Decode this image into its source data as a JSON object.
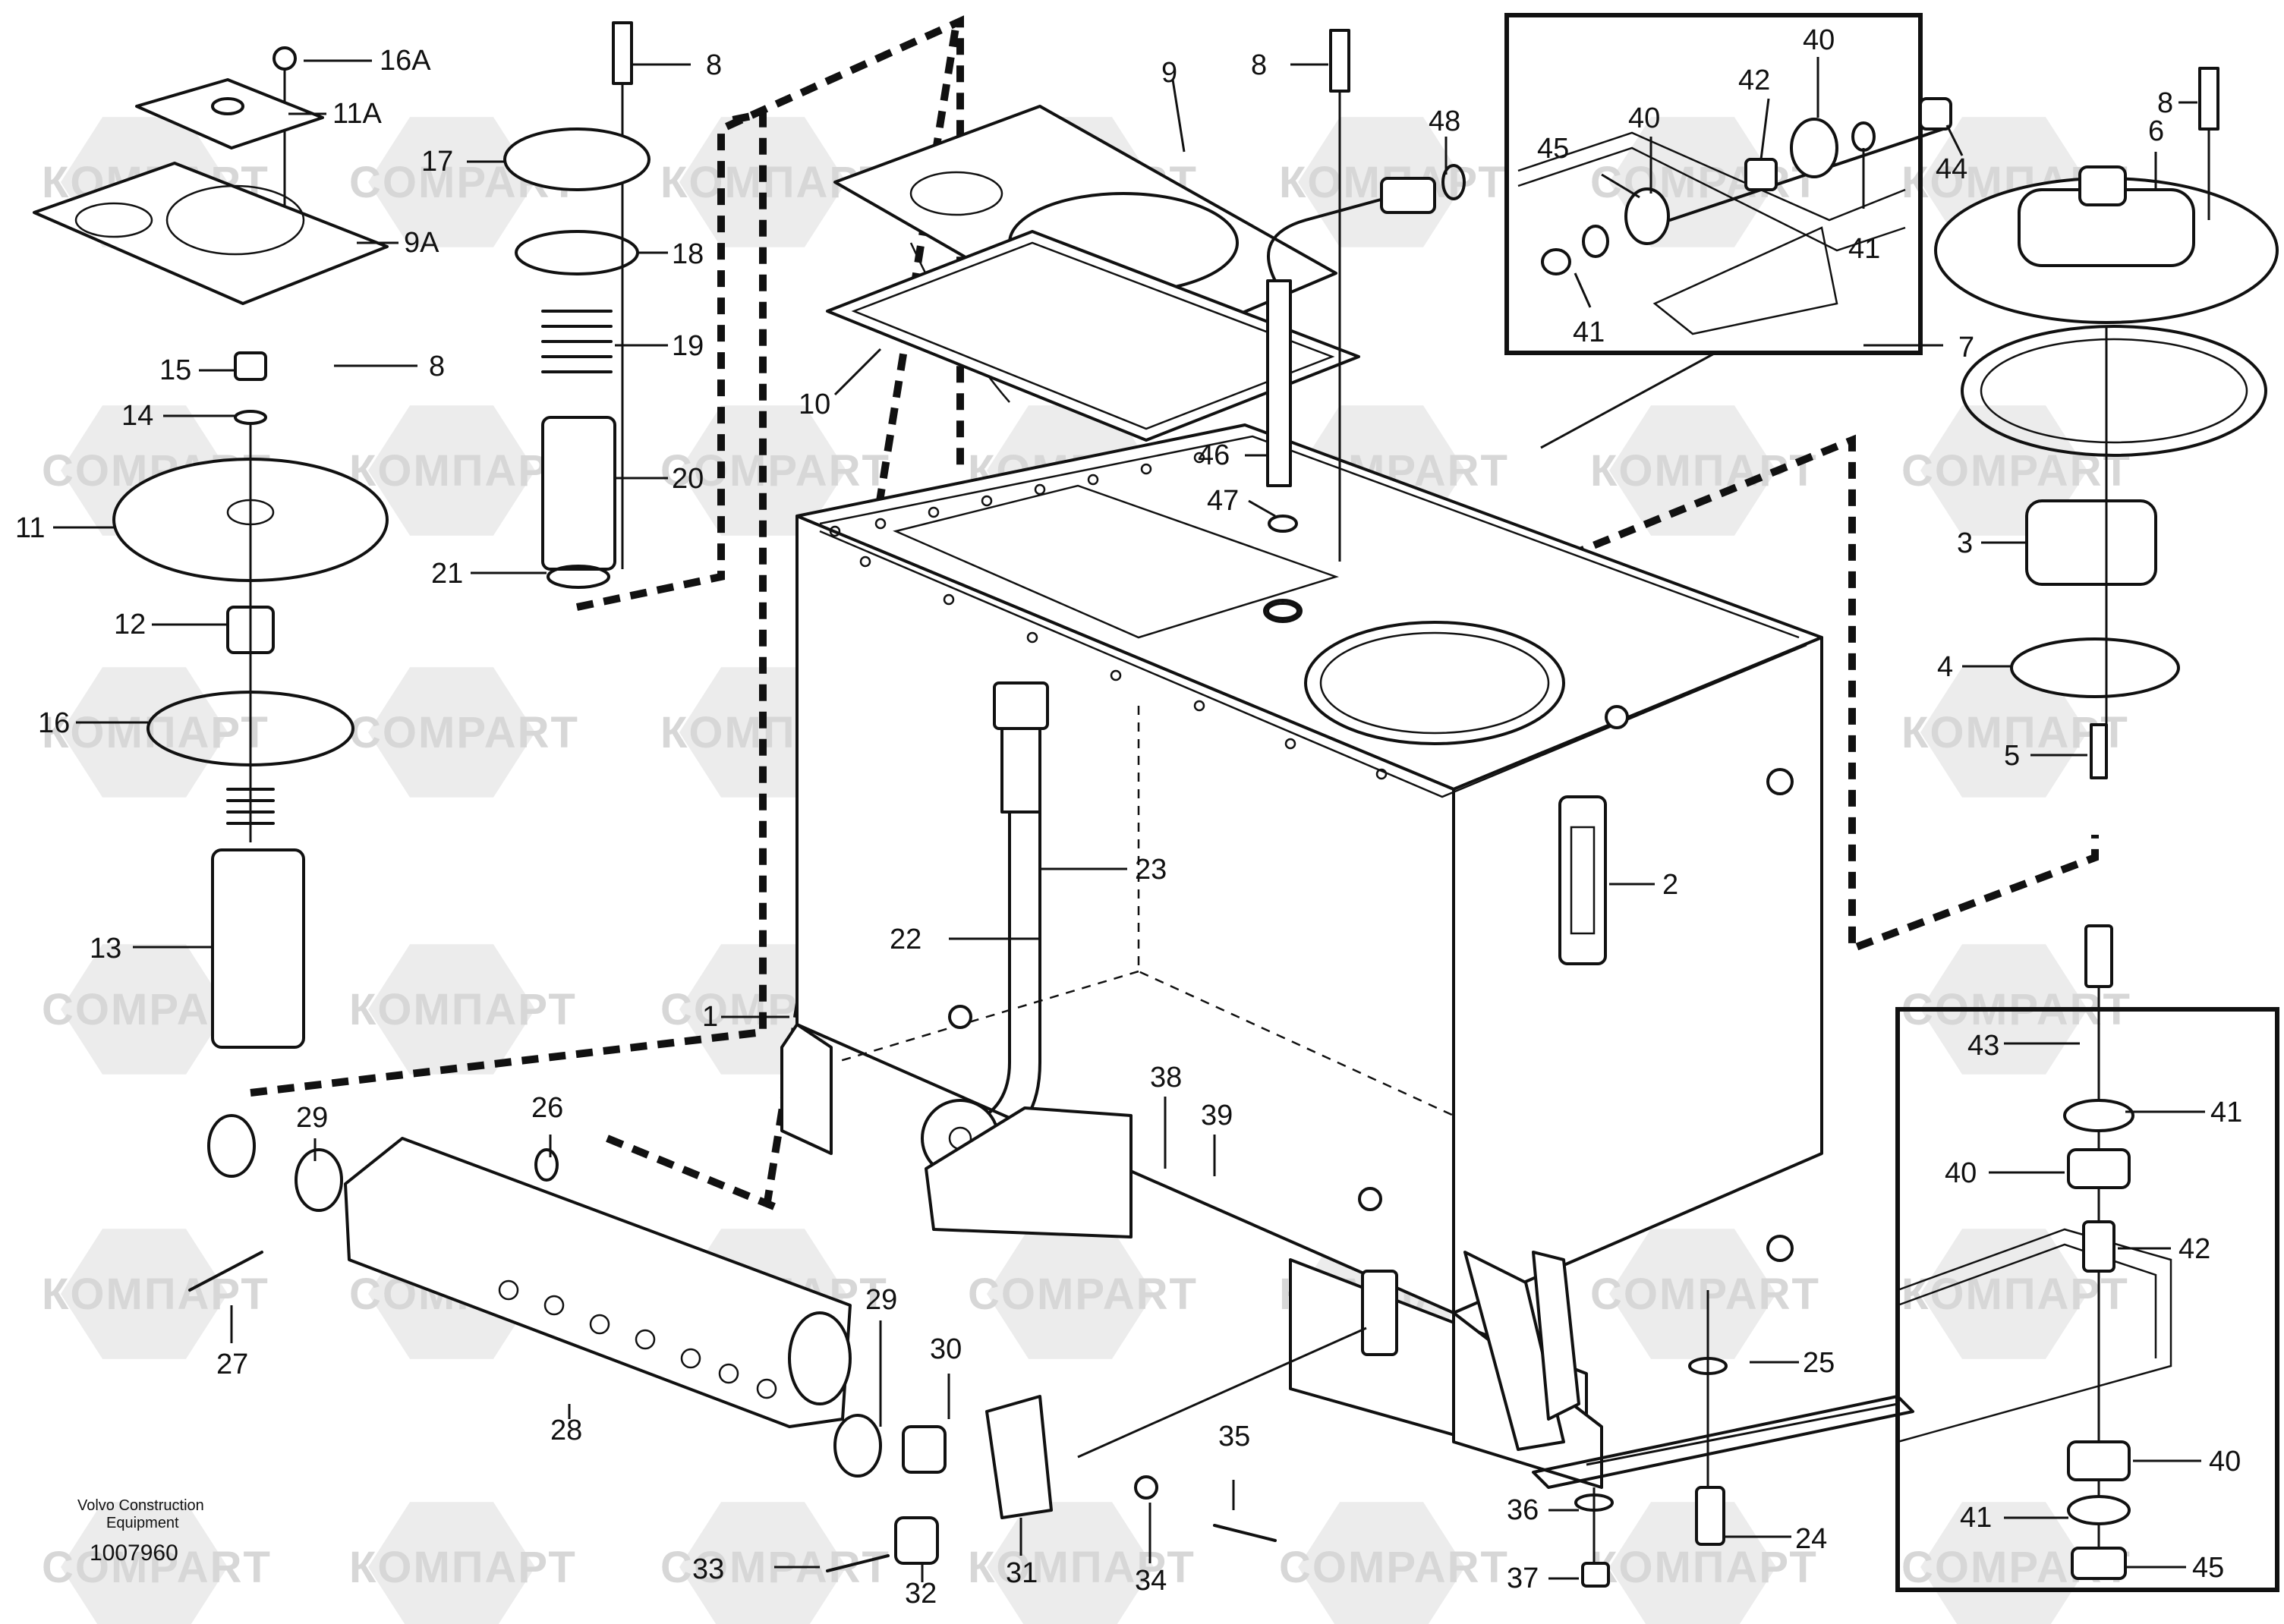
{
  "watermarks": {
    "latin": "COMPART",
    "cyrillic": "КОМПАРТ"
  },
  "caption": {
    "line1": "Volvo Construction",
    "line2": "Equipment",
    "number": "1007960"
  },
  "callouts": {
    "c1": "1",
    "c2": "2",
    "c3": "3",
    "c4": "4",
    "c5": "5",
    "c6": "6",
    "c7": "7",
    "c8a": "8",
    "c8b": "8",
    "c8c": "8",
    "c8d": "8",
    "c9": "9",
    "c9A": "9A",
    "c10": "10",
    "c11": "11",
    "c11A": "11A",
    "c12": "12",
    "c13": "13",
    "c14": "14",
    "c15": "15",
    "c16": "16",
    "c16A": "16A",
    "c17": "17",
    "c18": "18",
    "c19": "19",
    "c20": "20",
    "c21": "21",
    "c22": "22",
    "c23": "23",
    "c24": "24",
    "c25": "25",
    "c26": "26",
    "c27": "27",
    "c28": "28",
    "c29a": "29",
    "c29b": "29",
    "c30": "30",
    "c31": "31",
    "c32": "32",
    "c33": "33",
    "c34": "34",
    "c35": "35",
    "c36": "36",
    "c37": "37",
    "c38": "38",
    "c39": "39",
    "c40a": "40",
    "c40b": "40",
    "c40c": "40",
    "c40d": "40",
    "c41a": "41",
    "c41b": "41",
    "c41c": "41",
    "c41d": "41",
    "c42a": "42",
    "c42b": "42",
    "c43": "43",
    "c44": "44",
    "c45a": "45",
    "c45b": "45",
    "c46": "46",
    "c47": "47",
    "c48": "48"
  }
}
